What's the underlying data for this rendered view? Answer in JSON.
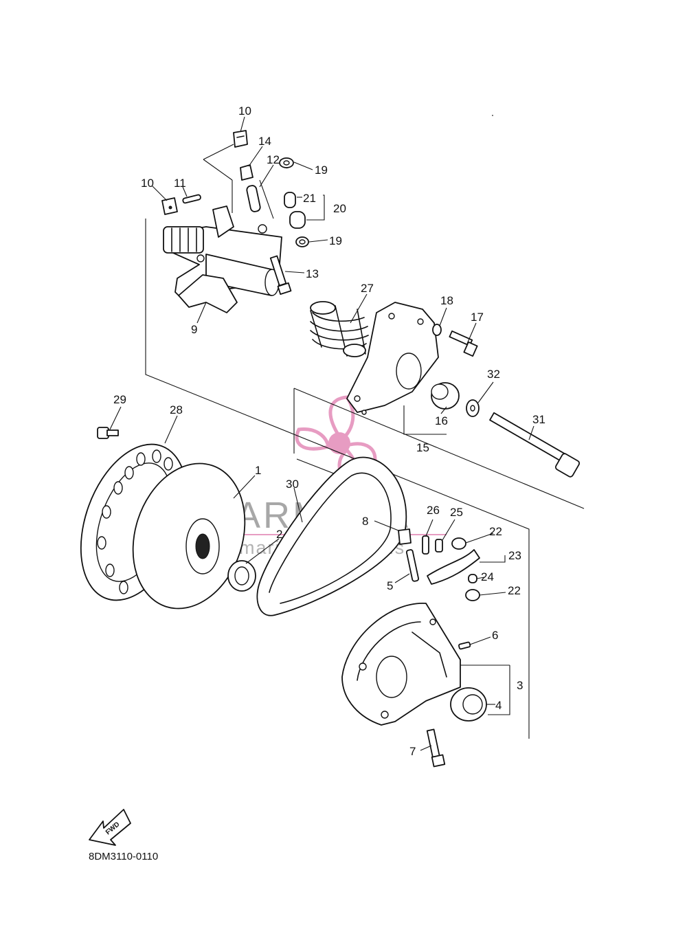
{
  "diagram_code": "8DM3110-0110",
  "fwd_label": "FWD",
  "watermark": {
    "title": "ARMADA",
    "subtitle": "marine outboards",
    "accent": "#e79cc2"
  },
  "callouts": [
    {
      "id": "c10a",
      "text": "10"
    },
    {
      "id": "c14",
      "text": "14"
    },
    {
      "id": "c12",
      "text": "12"
    },
    {
      "id": "c19a",
      "text": "19"
    },
    {
      "id": "c10b",
      "text": "10"
    },
    {
      "id": "c11",
      "text": "11"
    },
    {
      "id": "c21",
      "text": "21"
    },
    {
      "id": "c20",
      "text": "20"
    },
    {
      "id": "c19b",
      "text": "19"
    },
    {
      "id": "c13",
      "text": "13"
    },
    {
      "id": "c9",
      "text": "9"
    },
    {
      "id": "c27",
      "text": "27"
    },
    {
      "id": "c18",
      "text": "18"
    },
    {
      "id": "c17",
      "text": "17"
    },
    {
      "id": "c32",
      "text": "32"
    },
    {
      "id": "c16",
      "text": "16"
    },
    {
      "id": "c31",
      "text": "31"
    },
    {
      "id": "c15",
      "text": "15"
    },
    {
      "id": "c29",
      "text": "29"
    },
    {
      "id": "c28",
      "text": "28"
    },
    {
      "id": "c1",
      "text": "1"
    },
    {
      "id": "c30",
      "text": "30"
    },
    {
      "id": "c26",
      "text": "26"
    },
    {
      "id": "c25",
      "text": "25"
    },
    {
      "id": "c8",
      "text": "8"
    },
    {
      "id": "c2",
      "text": "2"
    },
    {
      "id": "c22a",
      "text": "22"
    },
    {
      "id": "c23",
      "text": "23"
    },
    {
      "id": "c24",
      "text": "24"
    },
    {
      "id": "c5",
      "text": "5"
    },
    {
      "id": "c22b",
      "text": "22"
    },
    {
      "id": "c6",
      "text": "6"
    },
    {
      "id": "c3",
      "text": "3"
    },
    {
      "id": "c4",
      "text": "4"
    },
    {
      "id": "c7",
      "text": "7"
    }
  ]
}
